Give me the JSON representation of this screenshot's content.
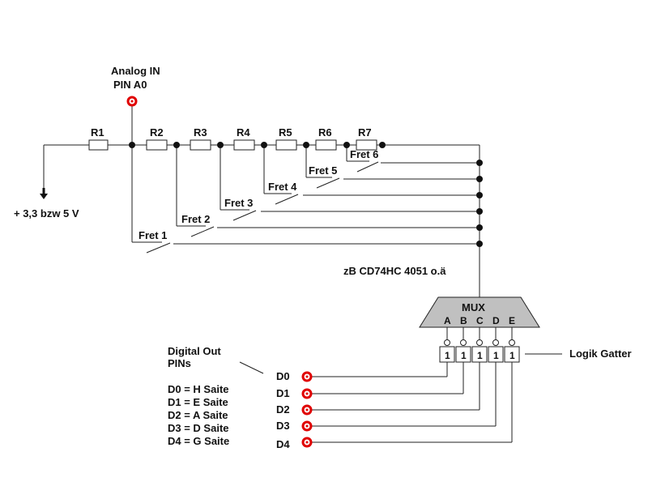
{
  "analog_in": {
    "line1": "Analog IN",
    "line2": "PIN A0"
  },
  "supply": "+ 3,3 bzw 5 V",
  "resistors": [
    "R1",
    "R2",
    "R3",
    "R4",
    "R5",
    "R6",
    "R7"
  ],
  "frets": [
    "Fret 1",
    "Fret 2",
    "Fret 3",
    "Fret 4",
    "Fret 5",
    "Fret 6"
  ],
  "mux_chip": "zB CD74HC 4051 o.ä",
  "mux": {
    "label": "MUX",
    "inputs": [
      "A",
      "B",
      "C",
      "D",
      "E"
    ]
  },
  "logic_gate": {
    "label": "Logik Gatter",
    "values": [
      "1",
      "1",
      "1",
      "1",
      "1"
    ]
  },
  "digital_out": {
    "title_line1": "Digital Out",
    "title_line2": "PINs",
    "pins": [
      "D0",
      "D1",
      "D2",
      "D3",
      "D4"
    ],
    "mapping": [
      "D0 = H Saite",
      "D1 = E Saite",
      "D2 = A Saite",
      "D3 = D Saite",
      "D4 = G Saite"
    ]
  },
  "colors": {
    "line": "#222222",
    "pin_ring": "#e00000",
    "mux_fill": "#c0c0c0"
  }
}
